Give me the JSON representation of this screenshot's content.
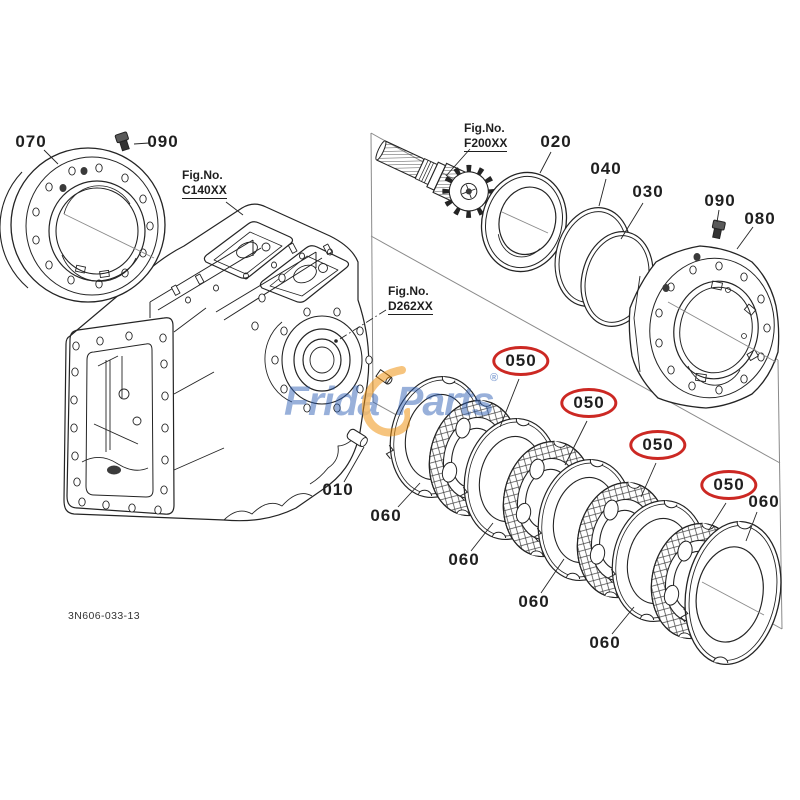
{
  "title": "Kubota exploded parts diagram - brake / transmission case assembly",
  "drawing_number": "3N606-033-13",
  "watermark": {
    "part1": "Frida",
    "part2": "Parts",
    "reg": "®",
    "blue": "#2b5db4",
    "orange": "#ee8f0a"
  },
  "colors": {
    "line": "#242424",
    "panel_line": "#8a8a8a",
    "red_circle": "#cc2823"
  },
  "fig_refs": [
    {
      "line1": "Fig.No.",
      "line2": "C140XX"
    },
    {
      "line1": "Fig.No.",
      "line2": "F200XX"
    },
    {
      "line1": "Fig.No.",
      "line2": "D262XX"
    }
  ],
  "callouts": [
    {
      "label": "070",
      "circled": false
    },
    {
      "label": "090",
      "circled": false
    },
    {
      "label": "020",
      "circled": false
    },
    {
      "label": "040",
      "circled": false
    },
    {
      "label": "030",
      "circled": false
    },
    {
      "label": "090",
      "circled": false
    },
    {
      "label": "080",
      "circled": false
    },
    {
      "label": "050",
      "circled": true
    },
    {
      "label": "050",
      "circled": true
    },
    {
      "label": "050",
      "circled": true
    },
    {
      "label": "050",
      "circled": true
    },
    {
      "label": "010",
      "circled": false
    },
    {
      "label": "060",
      "circled": false
    },
    {
      "label": "060",
      "circled": false
    },
    {
      "label": "060",
      "circled": false
    },
    {
      "label": "060",
      "circled": false
    },
    {
      "label": "060",
      "circled": false
    }
  ]
}
